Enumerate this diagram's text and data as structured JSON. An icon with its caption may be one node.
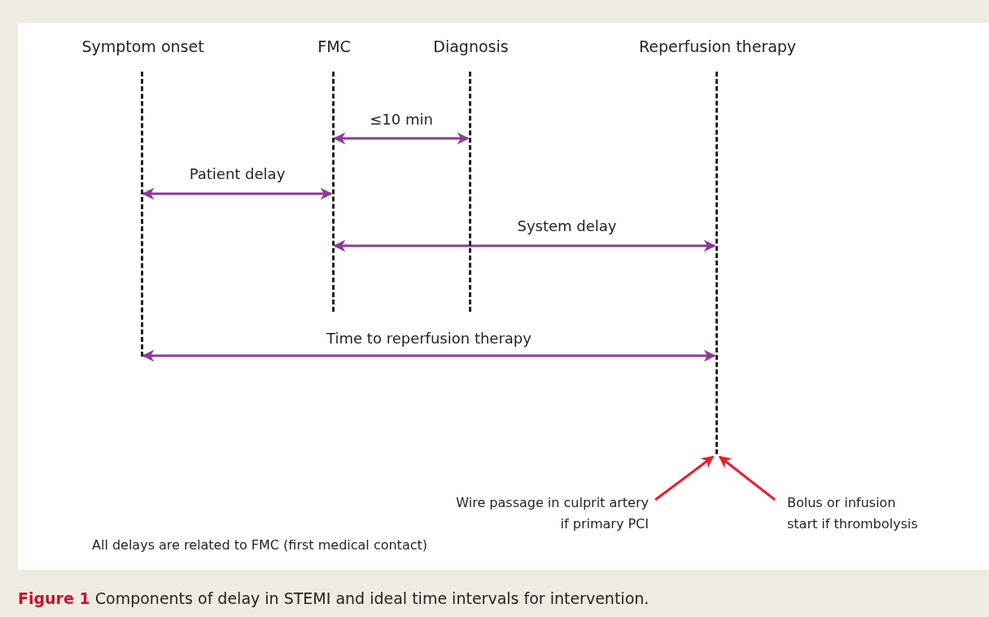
{
  "diagram": {
    "caption": "**Figure 1** Components of delay in STEMI and ideal time intervals for intervention.",
    "nodes": [
      {
        "text": [
          "Symptom onset"
        ]
      },
      {
        "text": [
          "FMC"
        ]
      },
      {
        "text": [
          "Diagnosis"
        ]
      },
      {
        "text": [
          "Reperfusion therapy"
        ]
      },
      {
        "text": [
          "Wire passage in culprit artery if primary PCI"
        ]
      },
      {
        "text": [
          "Bolus or infusion start if thrombolysis"
        ]
      }
    ],
    "edges": [
      {
        "from": 1,
        "to": 2,
        "arrow": "both",
        "label": "≤10 min"
      },
      {
        "from": 0,
        "to": 1,
        "arrow": "both",
        "label": "Patient delay"
      },
      {
        "from": 1,
        "to": 3,
        "arrow": "both",
        "label": "System delay"
      },
      {
        "from": 0,
        "to": 3,
        "arrow": "both",
        "label": "Time to reperfusion therapy"
      },
      {
        "from": 4,
        "to": 3,
        "arrow": "to",
        "color": "#e8202a"
      },
      {
        "from": 5,
        "to": 3,
        "arrow": "to",
        "color": "#e8202a"
      }
    ],
    "labels": [
      "All delays are related to FMC (first medical contact)"
    ]
  }
}
